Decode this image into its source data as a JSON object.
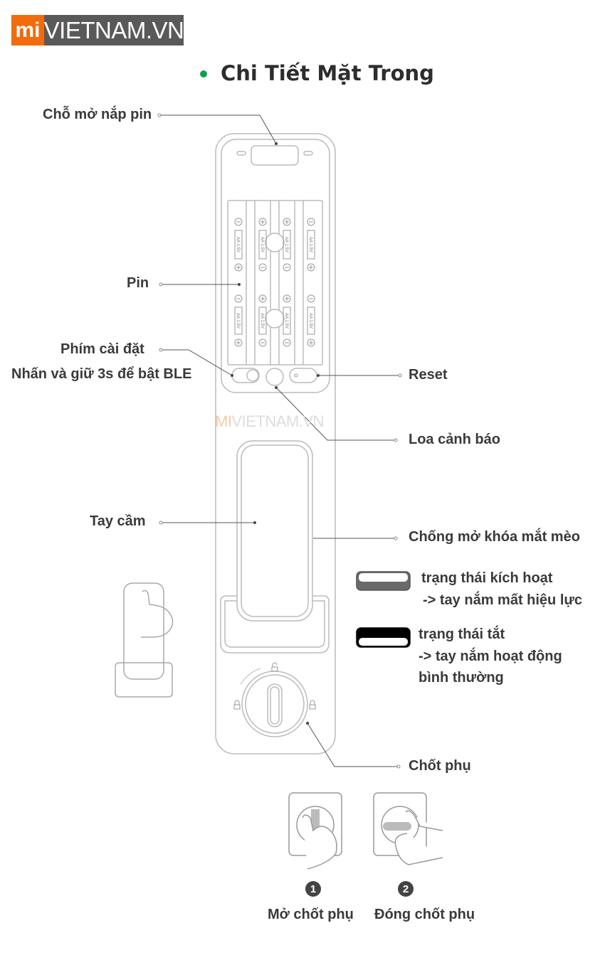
{
  "logo": {
    "mark": "mi",
    "text": "VIETNAM.VN"
  },
  "title": "Chi Tiết Mặt Trong",
  "watermark": {
    "prefix": "MI",
    "text": "VIETNAM.VN"
  },
  "labels": {
    "battery_cover": "Chỗ mở nắp pin",
    "battery": "Pin",
    "settings_key": "Phím cài đặt",
    "settings_hint": "Nhấn và giữ 3s để bật BLE",
    "reset": "Reset",
    "alarm_speaker": "Loa cảnh báo",
    "handle": "Tay cầm",
    "anti_peephole": "Chống mở khóa mắt mèo",
    "aux_latch": "Chốt phụ"
  },
  "legend": {
    "active_line1": "trạng thái kích hoạt",
    "active_line2": "-> tay nắm mất hiệu lực",
    "off_line1": "trạng thái tắt",
    "off_line2": "-> tay nắm hoạt động",
    "off_line3": "bình thường"
  },
  "battery_text": "AA 1.5V",
  "steps": [
    {
      "number": "1",
      "label": "Mở chốt phụ"
    },
    {
      "number": "2",
      "label": "Đóng chốt phụ"
    }
  ],
  "colors": {
    "brand_orange": "#f26b0f",
    "brand_gray": "#5a595a",
    "bullet_green": "#0aa14f"
  }
}
